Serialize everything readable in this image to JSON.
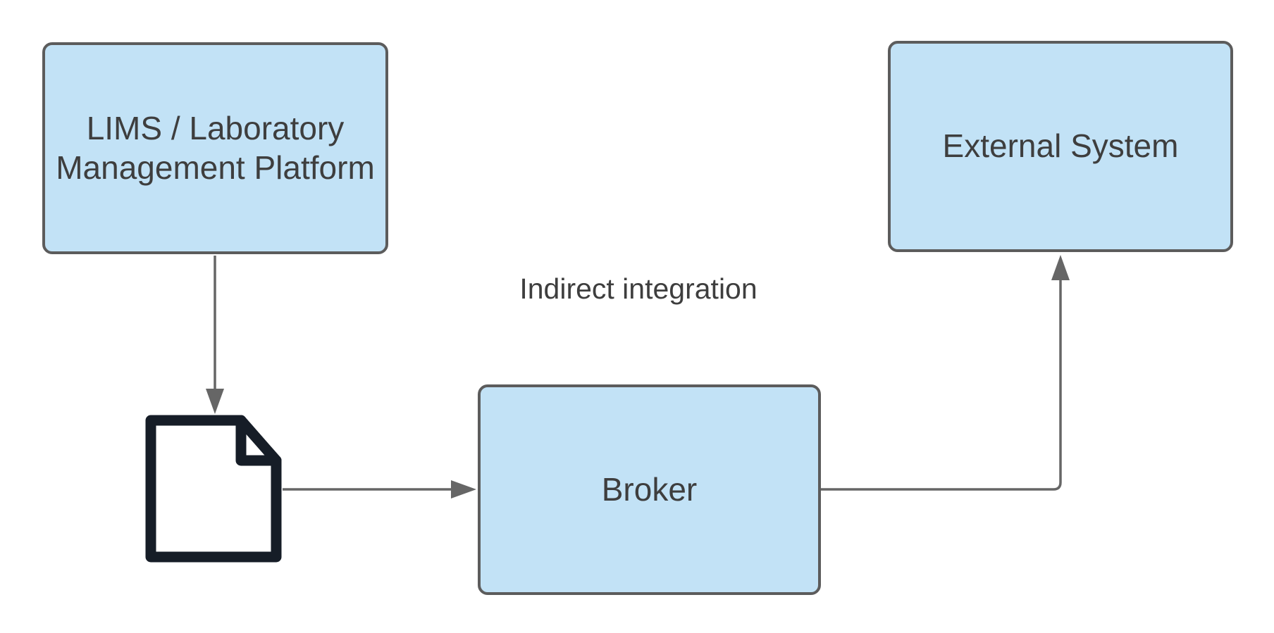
{
  "nodes": {
    "lims": {
      "label": "LIMS / Laboratory Management Platform"
    },
    "broker": {
      "label": "Broker"
    },
    "external": {
      "label": "External System"
    }
  },
  "annotation": {
    "label": "Indirect integration"
  },
  "edges": [
    {
      "from": "lims",
      "to": "document-icon",
      "style": "arrow-down"
    },
    {
      "from": "document-icon",
      "to": "broker",
      "style": "arrow-right"
    },
    {
      "from": "broker",
      "to": "external",
      "style": "elbow-arrow-up"
    }
  ],
  "icons": {
    "document": "document-icon"
  },
  "colors": {
    "background": "#ffffff",
    "node_fill": "#c2e2f6",
    "node_border": "#5c5c5c",
    "connector": "#666666",
    "text": "#3e3e3e",
    "icon_stroke": "#161d27"
  }
}
